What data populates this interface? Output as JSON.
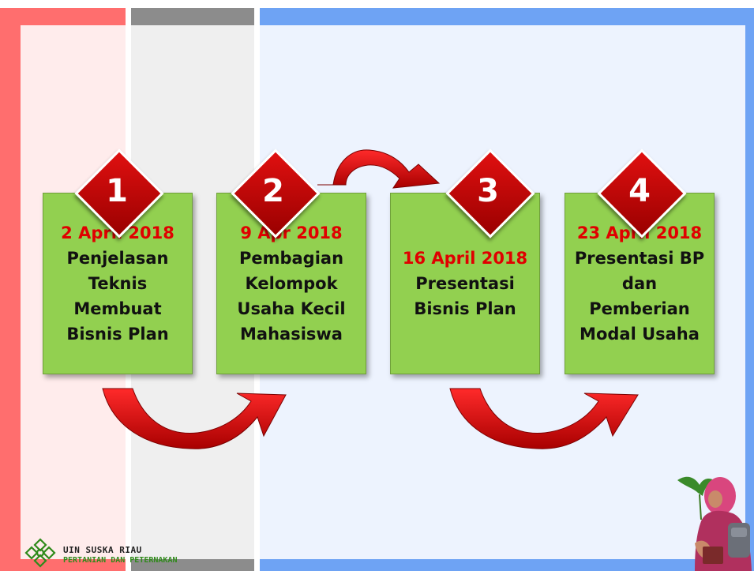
{
  "steps": [
    {
      "number": "1",
      "date": "2 April 2018",
      "lines": [
        "Penjelasan",
        "Teknis",
        "Membuat",
        "Bisnis Plan"
      ]
    },
    {
      "number": "2",
      "date": "9 Apr 2018",
      "lines": [
        "Pembagian",
        "Kelompok",
        "Usaha Kecil",
        "Mahasiswa"
      ]
    },
    {
      "number": "3",
      "date": "16 April 2018",
      "lines": [
        "Presentasi",
        "Bisnis Plan"
      ]
    },
    {
      "number": "4",
      "date": "23 April 2018",
      "lines": [
        "Presentasi BP",
        "dan Pemberian",
        "Modal Usaha"
      ]
    }
  ],
  "footer": {
    "institution": "UIN SUSKA RIAU",
    "faculty": "PERTANIAN DAN PETERNAKAN",
    "logo_icon": "uin-suska-logo-icon"
  },
  "colors": {
    "card_green": "#92d050",
    "date_red": "#e00000",
    "arrow_red": "#e00000",
    "diamond_red": "#c00000",
    "band_red": "#ff6e6e",
    "band_gray": "#8c8c8c",
    "band_blue": "#6ea3f4"
  }
}
